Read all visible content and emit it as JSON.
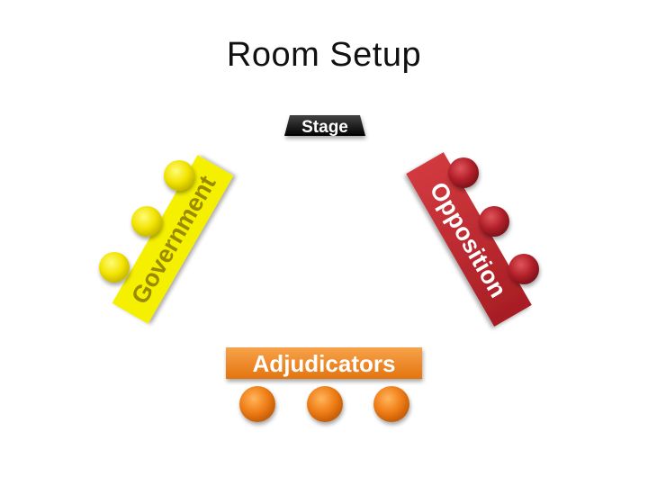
{
  "title": "Room Setup",
  "stage": {
    "label": "Stage",
    "color": "#111111"
  },
  "government": {
    "label": "Government",
    "bar_color": "#f5f000",
    "seat_color": "#f2e400",
    "seats": 3
  },
  "opposition": {
    "label": "Opposition",
    "bar_color": "#c0282d",
    "seat_color": "#b3202a",
    "seats": 3
  },
  "adjudicators": {
    "label": "Adjudicators",
    "bar_color": "#f08a1c",
    "seat_color": "#ef7d16",
    "seats": 3
  }
}
